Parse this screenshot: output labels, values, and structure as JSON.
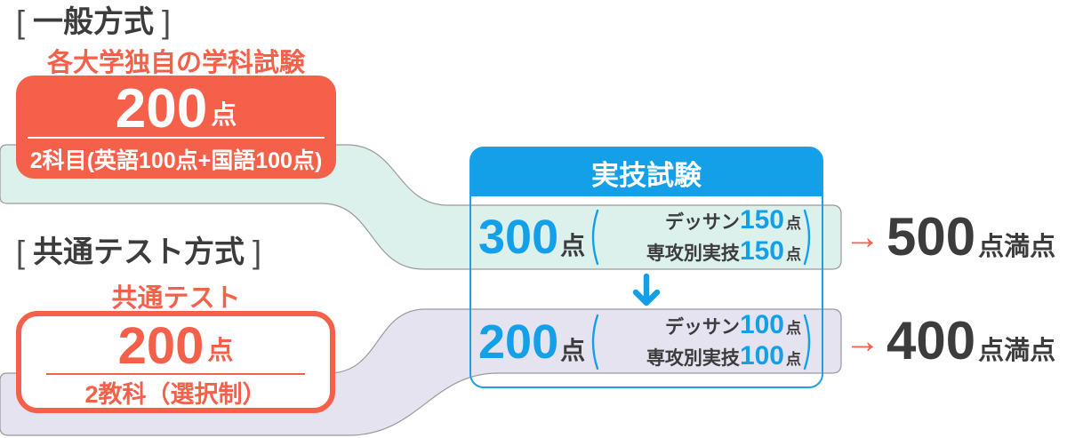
{
  "colors": {
    "accent_red": "#F4604A",
    "accent_blue": "#14A0E9",
    "text_dark": "#3C3C3C",
    "ribbon_teal": "#DCF1EC",
    "ribbon_purple": "#E6E3F0",
    "ribbon_outline": "#9A9A9A"
  },
  "general_method": {
    "bracket_open": "[",
    "title": "一般方式",
    "bracket_close": "]",
    "exam_label": "各大学独自の学科試験",
    "score": "200",
    "score_unit": "点",
    "detail": "2科目(英語100点+国語100点)"
  },
  "kyotsu_method": {
    "bracket_open": "[",
    "title": "共通テスト方式",
    "bracket_close": "]",
    "exam_label": "共通テスト",
    "score": "200",
    "score_unit": "点",
    "detail": "2教科（選択制）"
  },
  "practical_exam": {
    "header": "実技試験",
    "rows": [
      {
        "score": "300",
        "score_unit": "点",
        "breakdown": [
          {
            "label": "デッサン",
            "value": "150",
            "unit": "点"
          },
          {
            "label": "専攻別実技",
            "value": "150",
            "unit": "点"
          }
        ]
      },
      {
        "score": "200",
        "score_unit": "点",
        "breakdown": [
          {
            "label": "デッサン",
            "value": "100",
            "unit": "点"
          },
          {
            "label": "専攻別実技",
            "value": "100",
            "unit": "点"
          }
        ]
      }
    ]
  },
  "totals": [
    {
      "arrow": "→",
      "score": "500",
      "unit": "点満点"
    },
    {
      "arrow": "→",
      "score": "400",
      "unit": "点満点"
    }
  ]
}
